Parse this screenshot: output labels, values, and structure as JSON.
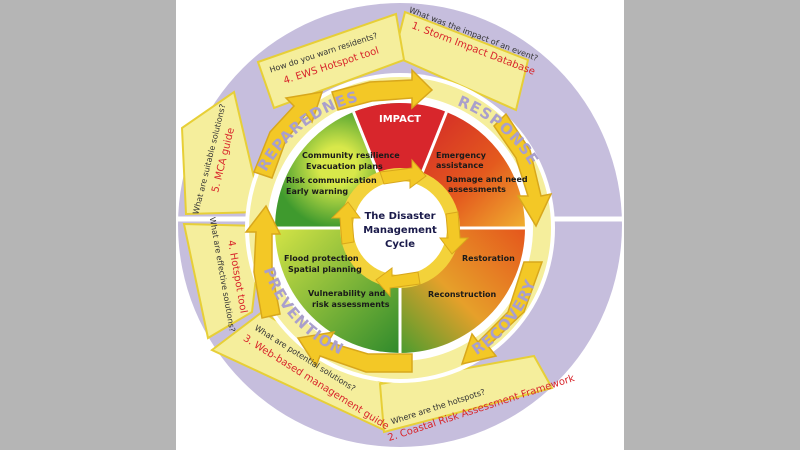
{
  "center": {
    "line1": "The Disaster",
    "line2": "Management",
    "line3": "Cycle"
  },
  "phases": {
    "preparedness": "PREPAREDNESS",
    "impact": "IMPACT",
    "response": "RESPONSE",
    "recovery": "RECOVERY",
    "prevention": "PREVENTION"
  },
  "activities": {
    "preparedness": [
      "Community resilience",
      "Evacuation plans",
      "Risk communication",
      "Early warning"
    ],
    "response": [
      "Emergency",
      "assistance",
      "Damage and need",
      "assessments"
    ],
    "recovery": [
      "Restoration",
      "Reconstruction"
    ],
    "prevention": [
      "Flood protection",
      "Spatial planning",
      "Vulnerability and",
      "risk assessments"
    ]
  },
  "tools": {
    "storm": {
      "question": "What was the impact of an event?",
      "tool": "1. Storm Impact Database"
    },
    "coastal": {
      "question": "Where are the hotspots?",
      "tool": "2. Coastal Risk Assessment Framework"
    },
    "web": {
      "question": "What are potential solutions?",
      "tool": "3. Web-based management guide"
    },
    "hotspot": {
      "question": "What are effective solutions?",
      "tool": "4. Hotspot tool"
    },
    "ews": {
      "question": "How do you warn residents?",
      "tool": "4. EWS Hotspot tool"
    },
    "mca": {
      "question": "What are suitable solutions?",
      "tool": "5. MCA guide"
    }
  },
  "colors": {
    "outer_ring": "#c6bedd",
    "band": "#f5ee9c",
    "arrow": "#f3d23a",
    "tool_text": "#d8262c",
    "phase_text": "#a99fcc",
    "green": "#6fae2e",
    "red": "#d8262c",
    "orange": "#e4661e"
  }
}
